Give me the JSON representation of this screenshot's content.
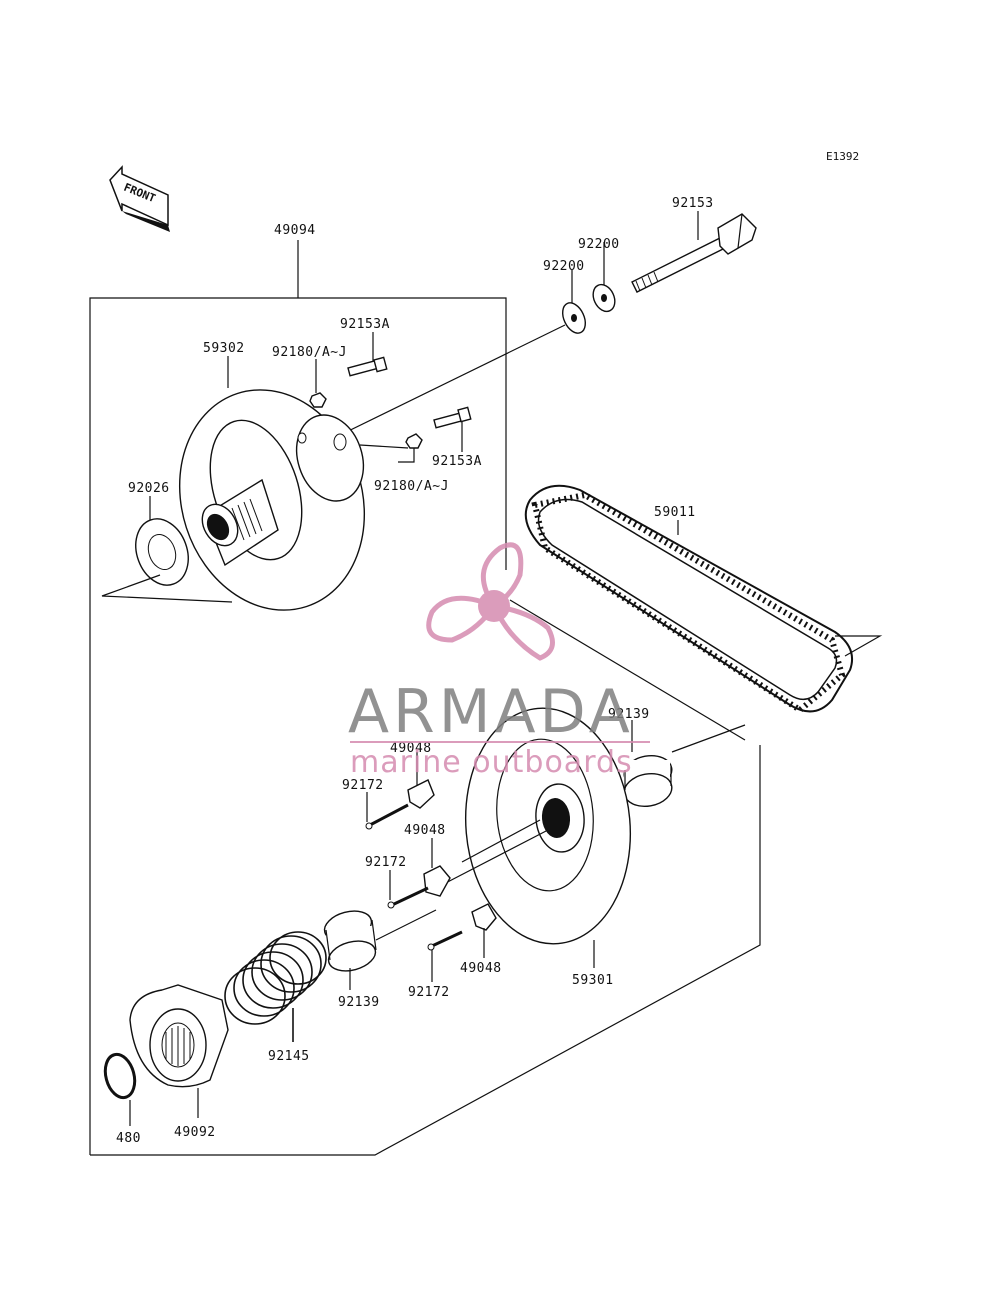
{
  "diagram_code": "E1392",
  "front_arrow_label": "FRONT",
  "watermark": {
    "brand": "ARMADA",
    "tagline": "marine outboards",
    "color_main": "#7f7f7f",
    "color_accent": "#d58bb0"
  },
  "callouts": {
    "c49094": "49094",
    "c92153": "92153",
    "c92200a": "92200",
    "c92200b": "92200",
    "c92153A_top": "92153A",
    "c59302": "59302",
    "c92180_top": "92180/A~J",
    "c92153A_mid": "92153A",
    "c92026": "92026",
    "c92180_mid": "92180/A~J",
    "c59011": "59011",
    "c92139_right": "92139",
    "c49048_a": "49048",
    "c92172_a": "92172",
    "c49048_b": "49048",
    "c92172_b": "92172",
    "c49048_c": "49048",
    "c92172_c": "92172",
    "c59301": "59301",
    "c92139_left": "92139",
    "c92145": "92145",
    "c480": "480",
    "c49092": "49092"
  }
}
